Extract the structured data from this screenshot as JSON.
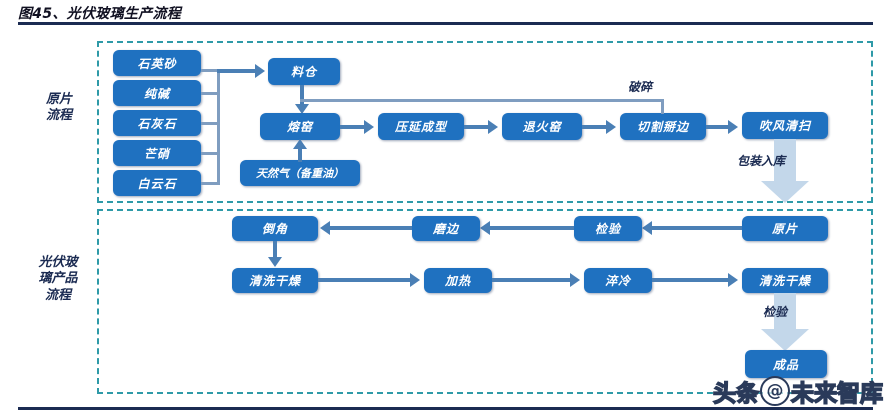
{
  "figure": {
    "title": "图45、光伏玻璃生产流程"
  },
  "sections": [
    {
      "key": "raw",
      "label": "原片\n流程"
    },
    {
      "key": "product",
      "label": "光伏玻\n璃产品\n流程"
    }
  ],
  "section_labels": {
    "raw": [
      "原片",
      "流程"
    ],
    "product": [
      "光伏玻",
      "璃产品",
      "流程"
    ]
  },
  "raw_flow": {
    "materials": [
      {
        "label": "石英砂"
      },
      {
        "label": "纯碱"
      },
      {
        "label": "石灰石"
      },
      {
        "label": "芒硝"
      },
      {
        "label": "白云石"
      }
    ],
    "silo": "料仓",
    "furnace": "熔窑",
    "fuel": "天然气（备重油）",
    "steps": [
      {
        "label": "压延成型"
      },
      {
        "label": "退火窑"
      },
      {
        "label": "切割掰边"
      },
      {
        "label": "吹风清扫"
      }
    ],
    "recycle_label": "破碎",
    "to_product_label": "包装入库"
  },
  "product_flow": {
    "top_row": [
      {
        "label": "倒角"
      },
      {
        "label": "磨边"
      },
      {
        "label": "检验"
      },
      {
        "label": "原片"
      }
    ],
    "bottom_row": [
      {
        "label": "清洗干燥"
      },
      {
        "label": "加热"
      },
      {
        "label": "淬冷"
      },
      {
        "label": "清洗干燥"
      }
    ],
    "inspect_label": "检验",
    "final": "成品"
  },
  "watermark": {
    "prefix": "头条",
    "at": "@",
    "suffix": "未来智库"
  },
  "colors": {
    "box_blue": "#1f71c0",
    "connector_blue": "#4a7fb5",
    "thin_connector": "#7f9dc0",
    "dashed_frame": "#2e9aa8",
    "pale_arrow": "#c3d7ea",
    "rule_navy": "#1b2b52"
  }
}
